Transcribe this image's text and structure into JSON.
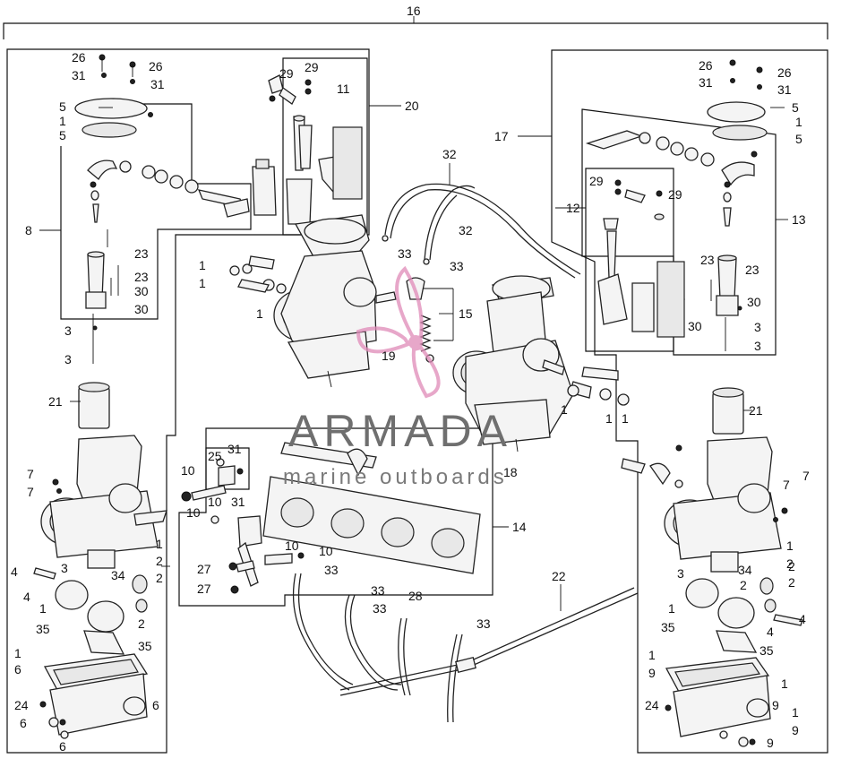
{
  "watermark": {
    "brand": "ARMADA",
    "tagline": "marine outboards",
    "accent_color": "#e08ab8"
  },
  "callouts": {
    "n1": "1",
    "n2": "2",
    "n3": "3",
    "n4": "4",
    "n5": "5",
    "n6": "6",
    "n7": "7",
    "n8": "8",
    "n9": "9",
    "n10": "10",
    "n11": "11",
    "n12": "12",
    "n13": "13",
    "n14": "14",
    "n15": "15",
    "n16": "16",
    "n17": "17",
    "n18": "18",
    "n19": "19",
    "n20": "20",
    "n21": "21",
    "n22": "22",
    "n23": "23",
    "n24": "24",
    "n25": "25",
    "n26": "26",
    "n27": "27",
    "n28": "28",
    "n29": "29",
    "n30": "30",
    "n31": "31",
    "n32": "32",
    "n33": "33",
    "n34": "34",
    "n35": "35"
  }
}
